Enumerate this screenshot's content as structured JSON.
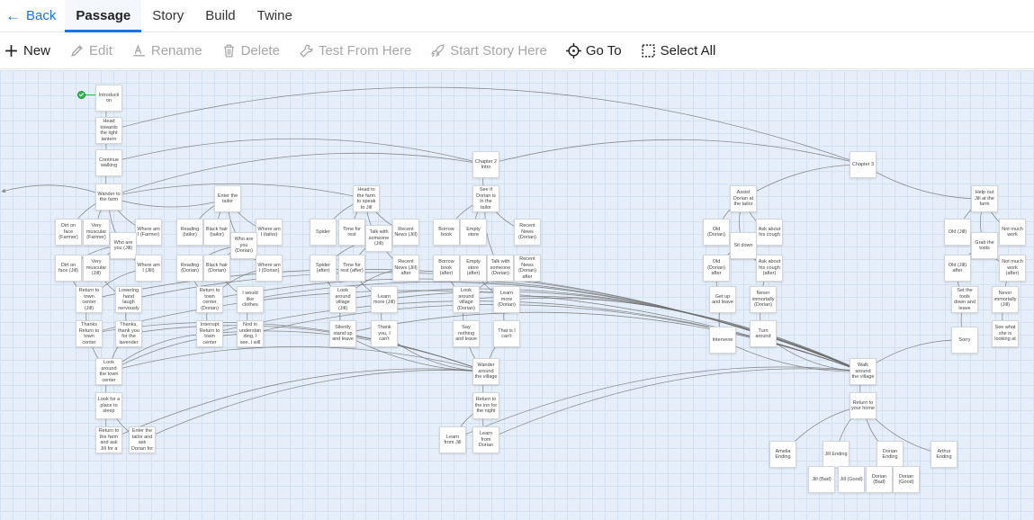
{
  "nav": {
    "back_label": "Back",
    "tabs": [
      {
        "label": "Passage",
        "active": true
      },
      {
        "label": "Story",
        "active": false
      },
      {
        "label": "Build",
        "active": false
      },
      {
        "label": "Twine",
        "active": false
      }
    ]
  },
  "toolbar": {
    "new_label": "New",
    "edit_label": "Edit",
    "rename_label": "Rename",
    "delete_label": "Delete",
    "test_label": "Test From Here",
    "start_label": "Start Story Here",
    "goto_label": "Go To",
    "select_all_label": "Select All"
  },
  "colors": {
    "accent": "#1a73e8",
    "canvas_bg": "#e6eff9",
    "start_marker": "#2db84b",
    "link": "#6b6b6b"
  },
  "passages": [
    {
      "id": "p1",
      "label": "Introducti on"
    },
    {
      "id": "p2",
      "label": "Head towards the light lantern"
    },
    {
      "id": "p3",
      "label": "Continue walking"
    },
    {
      "id": "p4",
      "label": "Wander to the farm"
    },
    {
      "id": "p5",
      "label": "Dirt on face (Farmer)"
    },
    {
      "id": "p6",
      "label": "Very muscular (Farmer)"
    },
    {
      "id": "p7",
      "label": "Where am I (Farmer)"
    },
    {
      "id": "p8",
      "label": "Who are you (Jill)"
    },
    {
      "id": "p9",
      "label": "Dirt on face (Jill)"
    },
    {
      "id": "p10",
      "label": "Very muscular (Jill)"
    },
    {
      "id": "p11",
      "label": "Where am I (Jill)"
    },
    {
      "id": "p12",
      "label": "Return to town center (Jill)"
    },
    {
      "id": "p13",
      "label": "Lowering hand laugh nervously"
    },
    {
      "id": "p14",
      "label": "Thanks Return to town center"
    },
    {
      "id": "p15",
      "label": "Thanks, thank you for the lavender"
    },
    {
      "id": "p16",
      "label": "Look around the town center"
    },
    {
      "id": "p17",
      "label": "Look for a place to sleep"
    },
    {
      "id": "p18",
      "label": "Return to the farm and ask Jill for a"
    },
    {
      "id": "p19",
      "label": "Enter the tailor and ask Dorian for"
    },
    {
      "id": "p20",
      "label": "Enter the tailor"
    },
    {
      "id": "p21",
      "label": "Reading (tailor)"
    },
    {
      "id": "p22",
      "label": "Black hair (tailor)"
    },
    {
      "id": "p23",
      "label": "Where am I (tailor)"
    },
    {
      "id": "p24",
      "label": "Who are you (Dorian)"
    },
    {
      "id": "p25",
      "label": "Reading (Dorian)"
    },
    {
      "id": "p26",
      "label": "Black hair (Dorian)"
    },
    {
      "id": "p27",
      "label": "Where am I (Dorian)"
    },
    {
      "id": "p28",
      "label": "Return to town center (Dorian)"
    },
    {
      "id": "p29",
      "label": "I would like clothes"
    },
    {
      "id": "p30",
      "label": "Interrupt Return to town center"
    },
    {
      "id": "p31",
      "label": "Nod in understanding, I see. I will"
    },
    {
      "id": "p32",
      "label": "Head to the farm to speak to Jill"
    },
    {
      "id": "p33",
      "label": "Spider"
    },
    {
      "id": "p34",
      "label": "Time for rest"
    },
    {
      "id": "p35",
      "label": "Talk with someone (Jill)"
    },
    {
      "id": "p36",
      "label": "Recent News (Jill)"
    },
    {
      "id": "p37",
      "label": "Spider (after)"
    },
    {
      "id": "p38",
      "label": "Time for rest (after)"
    },
    {
      "id": "p39",
      "label": "Recent News (Jill) after"
    },
    {
      "id": "p40",
      "label": "Look around village (Jill)"
    },
    {
      "id": "p41",
      "label": "Learn more (Jill)"
    },
    {
      "id": "p42",
      "label": "Silently stand up and leave"
    },
    {
      "id": "p43",
      "label": "Thank you, I can't"
    },
    {
      "id": "p44",
      "label": "Chapter 2 Intro"
    },
    {
      "id": "p45",
      "label": "See if Dorian is in the tailor"
    },
    {
      "id": "p46",
      "label": "Borrow book"
    },
    {
      "id": "p47",
      "label": "Empty store"
    },
    {
      "id": "p48",
      "label": "Recent News (Dorian)"
    },
    {
      "id": "p49",
      "label": "Borrow book (after)"
    },
    {
      "id": "p50",
      "label": "Empty store (after)"
    },
    {
      "id": "p51",
      "label": "Talk with someone (Dorian)"
    },
    {
      "id": "p52",
      "label": "Recent News (Dorian) after"
    },
    {
      "id": "p53",
      "label": "Look around village (Dorian)"
    },
    {
      "id": "p54",
      "label": "Learn more (Dorian)"
    },
    {
      "id": "p55",
      "label": "Say nothing and leave"
    },
    {
      "id": "p56",
      "label": "That is I can't"
    },
    {
      "id": "p57",
      "label": "Wander around the village"
    },
    {
      "id": "p58",
      "label": "Return to the inn for the night"
    },
    {
      "id": "p59",
      "label": "Learn from Jill"
    },
    {
      "id": "p60",
      "label": "Learn from Dorian"
    },
    {
      "id": "p61",
      "label": "Chapter 3"
    },
    {
      "id": "p62",
      "label": "Assist Dorian at the tailor"
    },
    {
      "id": "p63",
      "label": "Old (Dorian)"
    },
    {
      "id": "p64",
      "label": "Ask about his cough"
    },
    {
      "id": "p65",
      "label": "Sit down"
    },
    {
      "id": "p66",
      "label": "Old (Dorian) after"
    },
    {
      "id": "p67",
      "label": "Ask about his cough (after)"
    },
    {
      "id": "p68",
      "label": "Get up and leave"
    },
    {
      "id": "p69",
      "label": "Never immortally (Dorian)"
    },
    {
      "id": "p70",
      "label": "Intervene"
    },
    {
      "id": "p71",
      "label": "Turn around"
    },
    {
      "id": "p72",
      "label": "Walk around the village"
    },
    {
      "id": "p73",
      "label": "Return to your home"
    },
    {
      "id": "p74",
      "label": "Amelia Ending"
    },
    {
      "id": "p75",
      "label": "Jill Ending"
    },
    {
      "id": "p76",
      "label": "Dorian Ending"
    },
    {
      "id": "p77",
      "label": "Arthur Ending"
    },
    {
      "id": "p78",
      "label": "Jill (Bad)"
    },
    {
      "id": "p79",
      "label": "Jill (Good)"
    },
    {
      "id": "p80",
      "label": "Dorian (Bad)"
    },
    {
      "id": "p81",
      "label": "Dorian (Good)"
    },
    {
      "id": "p82",
      "label": "Help out Jill at the farm"
    },
    {
      "id": "p83",
      "label": "Old (Jill)"
    },
    {
      "id": "p84",
      "label": "Not much work"
    },
    {
      "id": "p85",
      "label": "Grab the tools"
    },
    {
      "id": "p86",
      "label": "Old (Jill) after"
    },
    {
      "id": "p87",
      "label": "Not much work (after)"
    },
    {
      "id": "p88",
      "label": "Set the tools down and leave"
    },
    {
      "id": "p89",
      "label": "Never immortally (Jill)"
    },
    {
      "id": "p90",
      "label": "See what she is looking at"
    },
    {
      "id": "p91",
      "label": "Sorry"
    }
  ]
}
